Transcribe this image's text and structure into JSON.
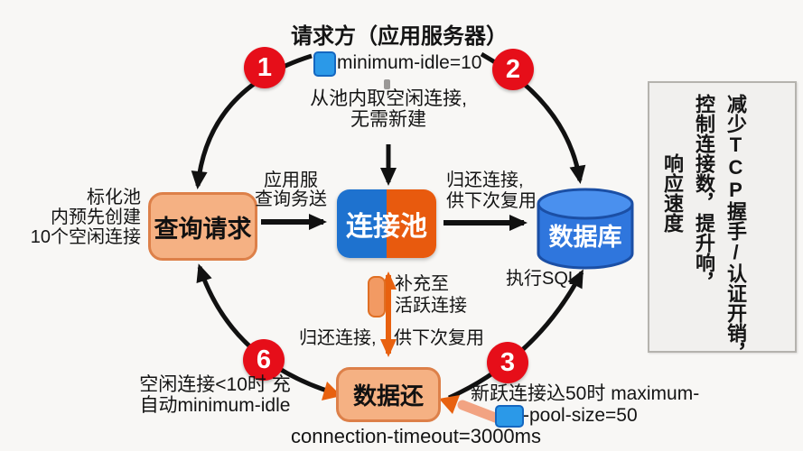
{
  "title": "请求方（应用服务器）",
  "colors": {
    "background": "#f8f7f5",
    "badge_red": "#e60e19",
    "node_fill": "#f5b183",
    "node_border": "#dd8049",
    "pool_blue": "#1e72cf",
    "pool_orange": "#e85a0e",
    "db_fill": "#2f76dd",
    "db_top": "#4a90ee",
    "db_border": "#1b4fa5",
    "param_chip_blue": "#2b99e8",
    "arrow_black": "#111111",
    "arrow_orange": "#e8610f",
    "arrow_salmon": "#f2a382",
    "sidebar_bg": "#f1f0ee",
    "sidebar_border": "#b5b3ae"
  },
  "badges": {
    "b1": "1",
    "b2": "2",
    "b3": "3",
    "b6": "6"
  },
  "nodes": {
    "query": "查询请求",
    "pool": "连接池",
    "db": "数据库",
    "data_return": "数据还"
  },
  "params": {
    "min_idle": "minimum-idle=10",
    "timeout": "connection-timeout=3000ms",
    "max_pool_line1": "新跃连接込50时  maximum-",
    "max_pool_line2": "-pool-size=50"
  },
  "notes": {
    "take_idle": {
      "l1": "从池内取空闲连接,",
      "l2": "无需新建"
    },
    "pre_create": {
      "l1": "标化池",
      "l2": "内预先创建",
      "l3": "10个空闲连接"
    },
    "send_query": {
      "l1": "应用服",
      "l2": "查询务送"
    },
    "return_conn": {
      "l1": "归还连接,",
      "l2": "供下次复用"
    },
    "exec_sql": "执行SQL",
    "refill": {
      "l1": "补充至",
      "l2": "活跃连接"
    },
    "return_bottom": {
      "left": "归还连接,",
      "right": "供下次复用"
    },
    "idle_refill": {
      "l1": "空闲连接<10时  充",
      "l2": "自动minimum-idle"
    }
  },
  "sidebar": {
    "col1": "减少TCP握手/认证开销，",
    "col2": "控制连接数，提升响，",
    "col3": "响应速度"
  }
}
